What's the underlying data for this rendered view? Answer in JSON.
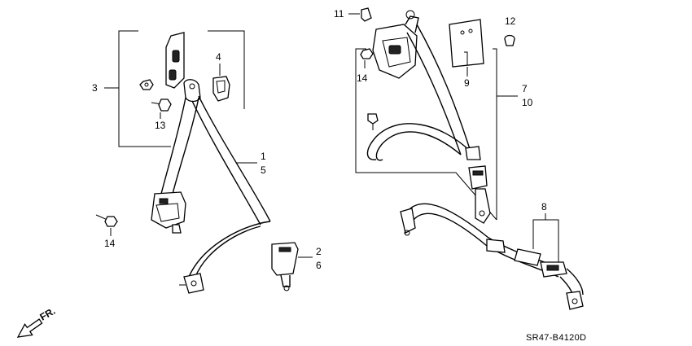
{
  "callouts": {
    "n1": "1",
    "n2": "2",
    "n3": "3",
    "n4": "4",
    "n5": "5",
    "n6": "6",
    "n7": "7",
    "n8": "8",
    "n9": "9",
    "n10": "10",
    "n11": "11",
    "n12": "12",
    "n13": "13",
    "n14a": "14",
    "n14b": "14"
  },
  "direction_label": "FR.",
  "diagram_code": "SR47-B4120D"
}
